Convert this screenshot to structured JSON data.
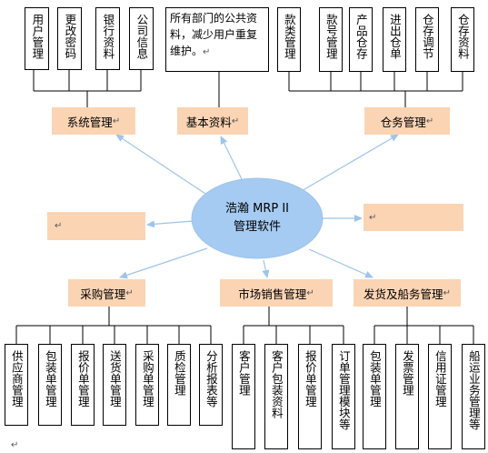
{
  "center": {
    "line1": "浩瀚 MRP II",
    "line2": "管理软件"
  },
  "top_left": {
    "label": "系统管理",
    "items": [
      "用户管理",
      "更改密码",
      "银行资料",
      "公司信息"
    ]
  },
  "top_mid": {
    "label": "基本资料",
    "note": "所有部门的公共资料，减少用户重复维护。"
  },
  "top_right": {
    "label": "仓务管理",
    "items": [
      "款类管理",
      "款号管理",
      "产品仓存",
      "进出仓单",
      "仓存调节",
      "仓存资料"
    ]
  },
  "mid_left": {
    "label": ""
  },
  "mid_right": {
    "label": ""
  },
  "bottom_left": {
    "label": "采购管理",
    "items": [
      "供应商管理",
      "包装单管理",
      "报价单管理",
      "送货单管理",
      "采购单管理",
      "质检管理",
      "分析报表等"
    ]
  },
  "bottom_mid": {
    "label": "市场销售管理",
    "items": [
      "客户管理",
      "客户包装资料",
      "报价单管理",
      "订单管理模块等"
    ]
  },
  "bottom_right": {
    "label": "发货及船务管理",
    "items": [
      "包装单管理",
      "发票管理",
      "信用证管理",
      "船运业务管理等"
    ]
  },
  "paragraph_mark": "↵",
  "colors": {
    "module_fill": "#fbd4b4",
    "ellipse_fill": "#a6cbf2",
    "arrow": "#9ec4ea",
    "line": "#000000"
  }
}
